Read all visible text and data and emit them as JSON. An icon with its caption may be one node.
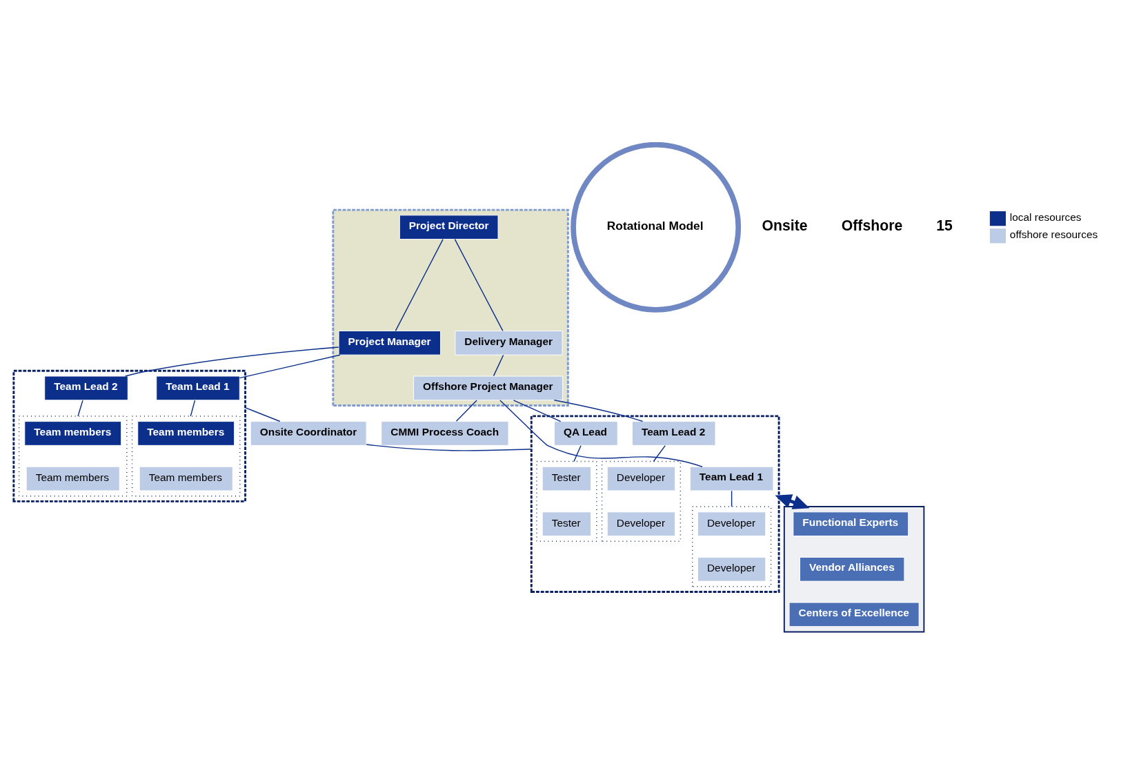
{
  "diagram": {
    "nodes": [
      {
        "text": [],
        "shape": "box"
      },
      {
        "text": [
          "Project Director"
        ],
        "in": 0
      },
      {
        "text": [
          "Project Manager"
        ],
        "in": 0
      },
      {
        "text": [
          "Delivery Manager"
        ],
        "in": 0
      },
      {
        "text": [
          "Offshore Project Manager"
        ],
        "in": 0
      },
      {
        "text": [
          "CMMI Process Coach"
        ]
      },
      {
        "text": [],
        "shape": "box"
      },
      {
        "text": [
          "Team Lead 1"
        ],
        "in": 6
      },
      {
        "text": [
          "Team Lead 2"
        ],
        "in": 6
      },
      {
        "text": [],
        "shape": "box",
        "in": 6
      },
      {
        "text": [
          "Team members"
        ],
        "in": 9
      },
      {
        "text": [
          "Team members"
        ],
        "in": 9
      },
      {
        "text": [],
        "shape": "box",
        "in": 6
      },
      {
        "text": [
          "Team members"
        ],
        "in": 12
      },
      {
        "text": [
          "Team members"
        ],
        "in": 12
      },
      {
        "text": [
          "Onsite Coordinator"
        ]
      },
      {
        "text": [],
        "shape": "box"
      },
      {
        "text": [
          "Team Lead 1"
        ],
        "in": 16
      },
      {
        "text": [
          "Team Lead 2"
        ],
        "in": 16
      },
      {
        "text": [
          "QA Lead"
        ],
        "in": 16
      },
      {
        "text": [],
        "shape": "box",
        "in": 16
      },
      {
        "text": [
          "Developer"
        ],
        "in": 20
      },
      {
        "text": [
          "Developer"
        ],
        "in": 20
      },
      {
        "text": [],
        "shape": "box",
        "in": 16
      },
      {
        "text": [
          "Developer"
        ],
        "in": 23
      },
      {
        "text": [
          "Developer"
        ],
        "in": 23
      },
      {
        "text": [],
        "shape": "box",
        "in": 16
      },
      {
        "text": [
          "Tester"
        ],
        "in": 26
      },
      {
        "text": [
          "Tester"
        ],
        "in": 26
      },
      {
        "text": [],
        "shape": "box"
      },
      {
        "text": [
          "Functional Experts"
        ],
        "in": 29
      },
      {
        "text": [
          "Vendor Alliances"
        ],
        "in": 29
      },
      {
        "text": [
          "Centers of Excellence"
        ],
        "in": 29
      },
      {
        "text": [
          "Rotational Model"
        ]
      }
    ],
    "edges": [
      {
        "from": 1,
        "to": 2,
        "arrow": "none"
      },
      {
        "from": 1,
        "to": 3,
        "arrow": "none"
      },
      {
        "from": 3,
        "to": 4,
        "arrow": "none"
      },
      {
        "from": 2,
        "to": 7,
        "arrow": "none"
      },
      {
        "from": 2,
        "to": 8,
        "arrow": "none"
      },
      {
        "from": 4,
        "to": 5,
        "arrow": "none"
      },
      {
        "from": 4,
        "to": 17,
        "arrow": "none"
      },
      {
        "from": 4,
        "to": 18,
        "arrow": "none"
      },
      {
        "from": 4,
        "to": 19,
        "arrow": "none"
      },
      {
        "from": 7,
        "to": 9,
        "arrow": "none"
      },
      {
        "from": 8,
        "to": 12,
        "arrow": "none"
      },
      {
        "from": 17,
        "to": 20,
        "arrow": "none"
      },
      {
        "from": 18,
        "to": 23,
        "arrow": "none"
      },
      {
        "from": 19,
        "to": 26,
        "arrow": "none"
      },
      {
        "from": 6,
        "to": 15,
        "arrow": "none"
      },
      {
        "from": 15,
        "to": 16,
        "arrow": "none"
      },
      {
        "from": 16,
        "to": 29,
        "arrow": "both",
        "style": "thick"
      }
    ],
    "labels": [
      "Onsite",
      "Offshore",
      "15"
    ],
    "legend": [
      {
        "text": "local resources",
        "color": "#0b2f8a"
      },
      {
        "text": "offshore resources",
        "color": "#bccbe6"
      }
    ]
  }
}
